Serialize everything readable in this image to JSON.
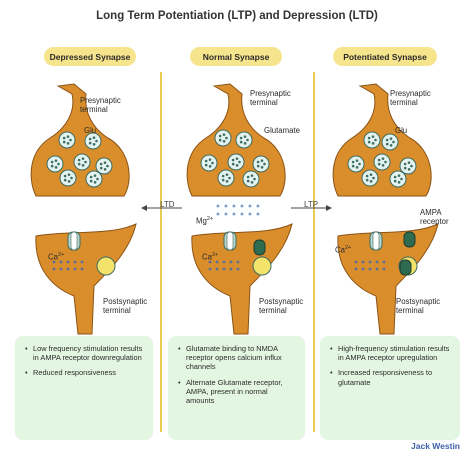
{
  "title": "Long Term Potentiation (LTP) and Depression (LTD)",
  "columns": [
    {
      "heading": "Depressed Synapse",
      "presynaptic": "Presynaptic\nterminal",
      "transmitter": "Glu",
      "ion": "Ca",
      "postsynaptic": "Postsynaptic\nterminal",
      "bullets": [
        "Low frequency stimulation results in AMPA receptor downregulation",
        "Reduced responsiveness"
      ]
    },
    {
      "heading": "Normal Synapse",
      "presynaptic": "Presynaptic\nterminal",
      "transmitter": "Glutamate",
      "ion": "Ca",
      "magnesium": "Mg",
      "postsynaptic": "Postsynaptic\nterminal",
      "bullets": [
        "Glutamate binding to NMDA receptor opens calcium influx channels",
        "Alternate Glutamate receptor, AMPA, present in normal amounts"
      ]
    },
    {
      "heading": "Potentiated Synapse",
      "presynaptic": "Presynaptic\nterminal",
      "transmitter": "Glu",
      "ion": "Ca",
      "receptor": "AMPA\nreceptor",
      "postsynaptic": "Postsynaptic\nterminal",
      "bullets": [
        "High-frequency stimulation results in AMPA receptor upregulation",
        "Increased responsiveness to glutamate"
      ]
    }
  ],
  "arrows": {
    "left": "LTD",
    "right": "LTP"
  },
  "superscripts": {
    "calcium": "2+",
    "magnesium": "2+"
  },
  "credit": "Jack Westin",
  "colors": {
    "terminal": "#d98d2b",
    "terminal_outline": "#8a5418",
    "heading_pill": "#f6e58d",
    "divider": "#e9cd55",
    "info_box": "#e3f6e1",
    "vesicle": "#e4f3ef",
    "nmda_receptor": "#b9d6cd",
    "ampa_receptor": "#2f6b4f",
    "glutamate_dot": "#7fa5c8",
    "credit": "#3d5fa8"
  }
}
